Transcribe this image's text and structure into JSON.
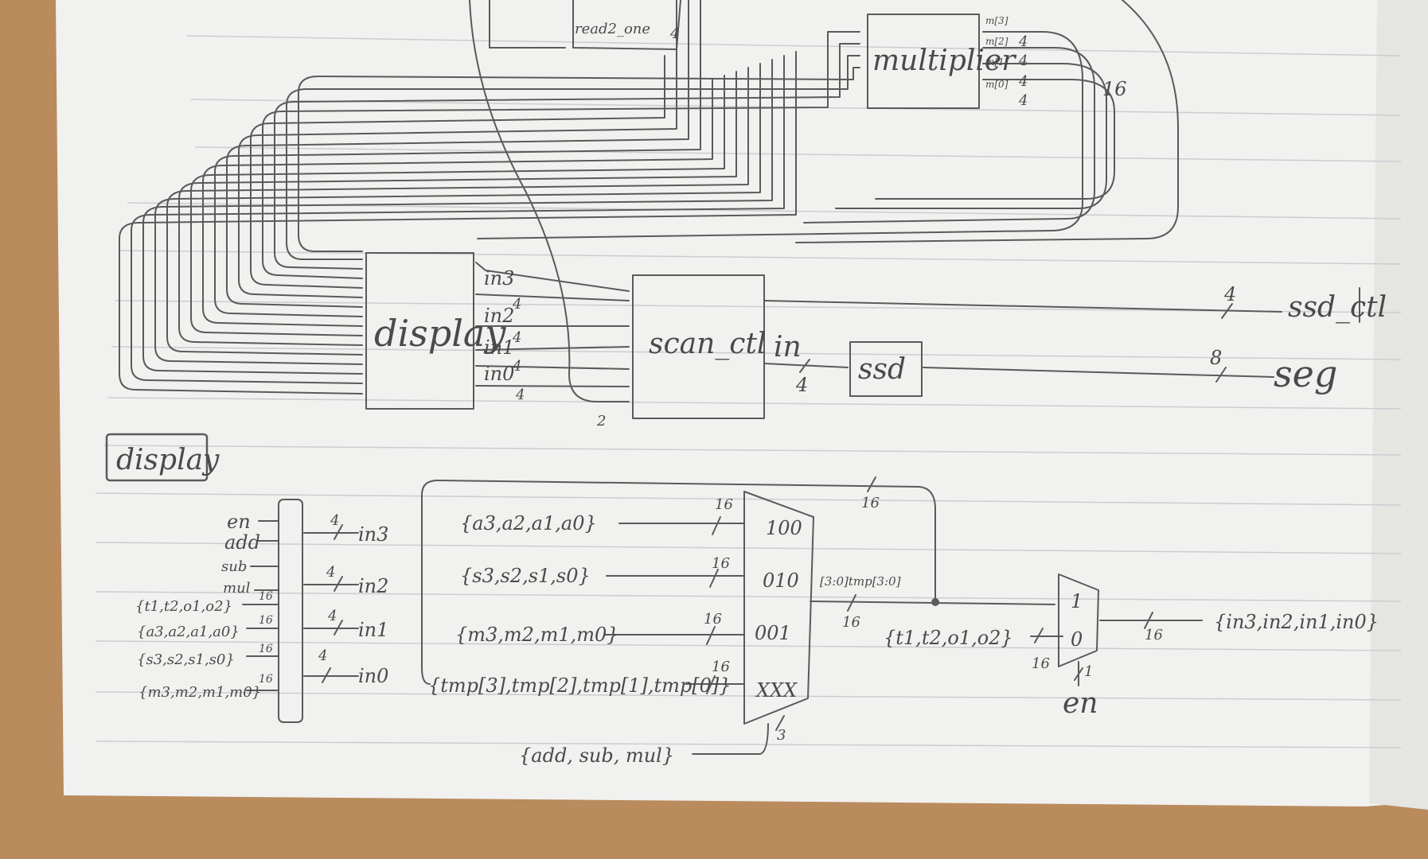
{
  "top": {
    "read_label": "read2_one",
    "read_width": "4",
    "multiplier": "multiplier",
    "mult_out": [
      "m[3]",
      "m[2]",
      "m[1]",
      "m[0]"
    ],
    "mult_widths": [
      "4",
      "4",
      "4",
      "4"
    ],
    "bus16": "16",
    "display": "display",
    "disp_out": [
      "in3",
      "in2",
      "in1",
      "in0"
    ],
    "disp_widths": [
      "4",
      "4",
      "4",
      "4"
    ],
    "scan": "scan_ctl",
    "scan_in": "in",
    "scan_in_w": "4",
    "ssd": "ssd",
    "ssd_ctl": "ssd_ctl",
    "ssd_ctl_w": "4",
    "seg": "seg",
    "seg_w": "8",
    "two": "2"
  },
  "section": {
    "title": "display"
  },
  "detail": {
    "inputs": [
      "en",
      "add",
      "sub",
      "mul",
      "{t1,t2,o1,o2}",
      "{a3,a2,a1,a0}",
      "{s3,s2,s1,s0}",
      "{m3,m2,m1,m0}"
    ],
    "in_widths": [
      "16",
      "16",
      "16",
      "16"
    ],
    "outputs": [
      "in3",
      "in2",
      "in1",
      "in0"
    ],
    "out_widths": [
      "4",
      "4",
      "4",
      "4"
    ],
    "mux_inputs": [
      "{a3,a2,a1,a0}",
      "{s3,s2,s1,s0}",
      "{m3,m2,m1,m0}",
      "{tmp[3],tmp[2],tmp[1],tmp[0]}"
    ],
    "mux_codes": [
      "100",
      "010",
      "001",
      "XXX"
    ],
    "w16": "16",
    "w3": "3",
    "tmp_label": "[3:0]tmp[3:0]",
    "sel": "{add, sub, mul}",
    "t_label": "{t1,t2,o1,o2}",
    "mux2": [
      "1",
      "0"
    ],
    "en": "en",
    "en_w": "1",
    "out": "{in3,in2,in1,in0}"
  }
}
